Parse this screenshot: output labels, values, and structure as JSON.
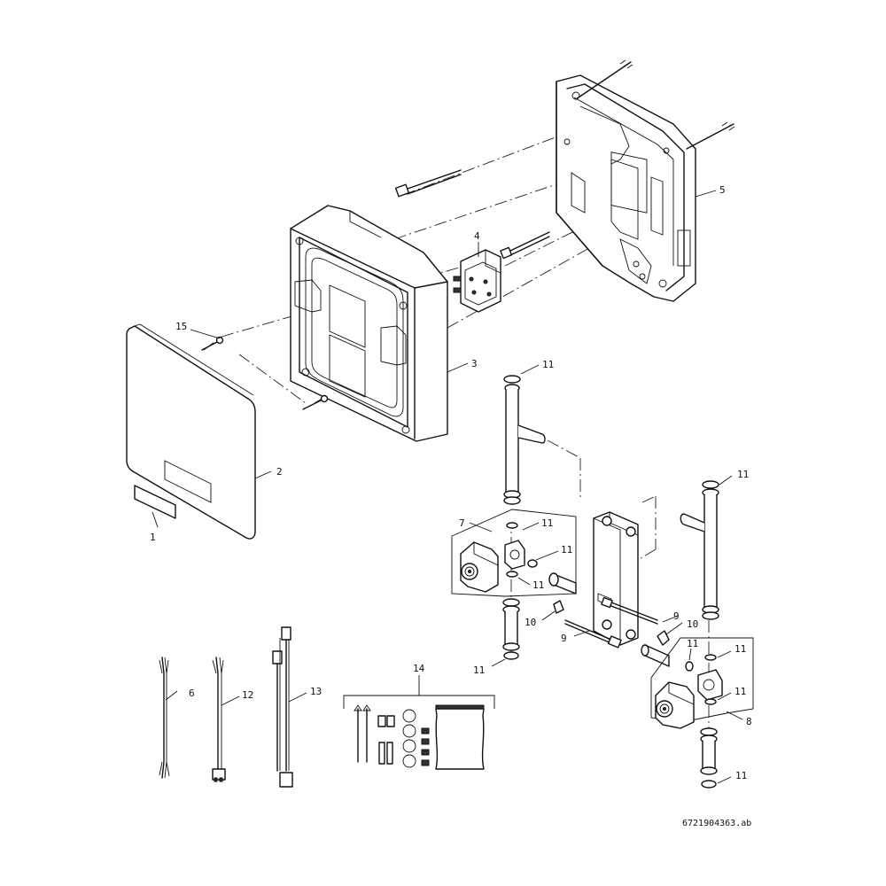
{
  "diagram": {
    "document_number": "6721904363.ab",
    "callouts": [
      {
        "id": "1",
        "label": "1"
      },
      {
        "id": "2",
        "label": "2"
      },
      {
        "id": "3",
        "label": "3"
      },
      {
        "id": "4",
        "label": "4"
      },
      {
        "id": "5",
        "label": "5"
      },
      {
        "id": "6",
        "label": "6"
      },
      {
        "id": "7",
        "label": "7"
      },
      {
        "id": "8",
        "label": "8"
      },
      {
        "id": "9a",
        "label": "9"
      },
      {
        "id": "9b",
        "label": "9"
      },
      {
        "id": "10a",
        "label": "10"
      },
      {
        "id": "10b",
        "label": "10"
      },
      {
        "id": "11a",
        "label": "11"
      },
      {
        "id": "11b",
        "label": "11"
      },
      {
        "id": "11c",
        "label": "11"
      },
      {
        "id": "11d",
        "label": "11"
      },
      {
        "id": "11e",
        "label": "11"
      },
      {
        "id": "11f",
        "label": "11"
      },
      {
        "id": "11g",
        "label": "11"
      },
      {
        "id": "11h",
        "label": "11"
      },
      {
        "id": "11i",
        "label": "11"
      },
      {
        "id": "11j",
        "label": "11"
      },
      {
        "id": "12",
        "label": "12"
      },
      {
        "id": "13",
        "label": "13"
      },
      {
        "id": "14",
        "label": "14"
      },
      {
        "id": "15",
        "label": "15"
      }
    ]
  }
}
